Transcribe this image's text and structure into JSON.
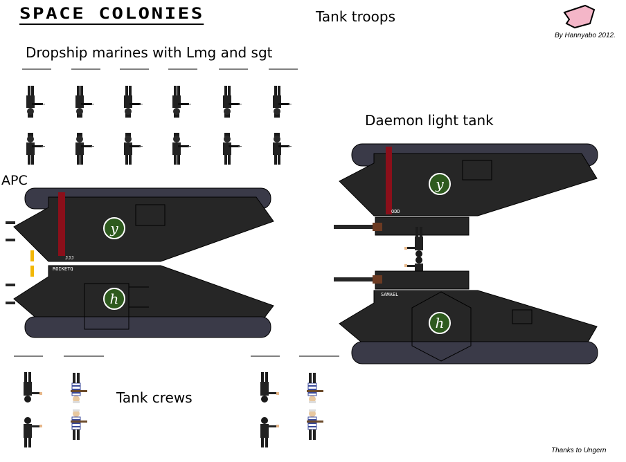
{
  "logo_text": "SPACE COLONIES",
  "title": "Tank troops",
  "credit": "By Hannyabo 2012.",
  "thanks": "Thanks to Ungern",
  "sections": {
    "marines": "Dropship marines with Lmg and sgt",
    "apc": "APC",
    "daemon": "Daemon light tank",
    "crews": "Tank crews"
  },
  "tank_markings": {
    "apc_top_plate": "JJJ",
    "apc_bottom_plate": "ROIKETQ",
    "daemon_top_plate": "ODD",
    "daemon_bottom_plate": "SAMAEL",
    "emblem_top": "y",
    "emblem_bottom": "h"
  },
  "colors": {
    "hull": "#262626",
    "tracks": "#3a3a48",
    "stripe": "#8b0f1a",
    "emblem": "#2e5a1e",
    "barrel_band": "#6b3a22",
    "light": "#f2b705",
    "logo_pink": "#f4b6c8"
  }
}
